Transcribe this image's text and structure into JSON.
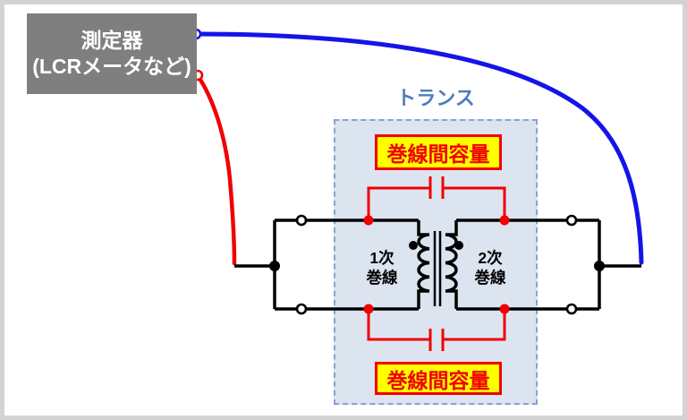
{
  "meter": {
    "label": "測定器\n(LCRメータなど)"
  },
  "transformer": {
    "title": "トランス",
    "top_capacitance_label": "巻線間容量",
    "bottom_capacitance_label": "巻線間容量",
    "primary_winding_label": "1次\n巻線",
    "secondary_winding_label": "2次\n巻線"
  },
  "colors": {
    "meter_box_fill": "#7f7f7f",
    "meter_text": "#ffffff",
    "blue_wire": "#1414e8",
    "red_wire": "#f00000",
    "black_wire": "#000000",
    "transformer_title_text": "#4a7ebb",
    "dashed_box_fill": "#dce4f0",
    "dashed_box_border": "#85a3cf",
    "capacitance_label_fill": "#ffff00",
    "capacitance_label_text": "#f00000",
    "frame_border": "#d3d3d3"
  }
}
